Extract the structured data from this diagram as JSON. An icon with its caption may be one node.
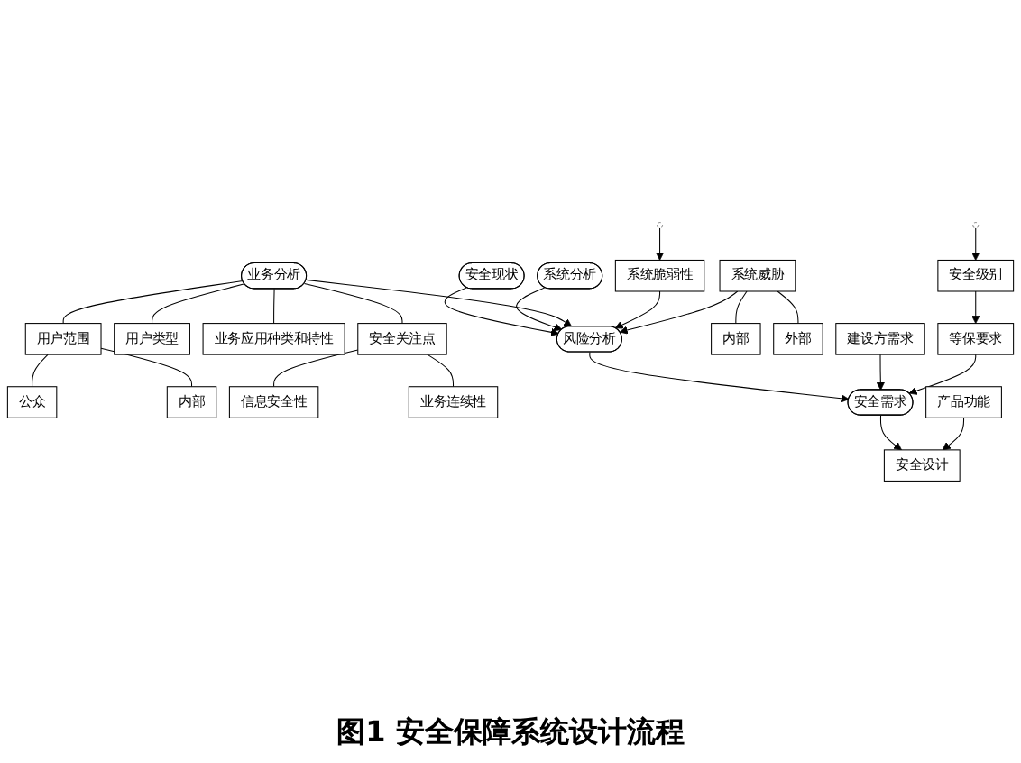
{
  "diagram": {
    "caption": "图1 安全保障系统设计流程",
    "nodes": [
      {
        "text": [
          "安全现状"
        ]
      },
      {
        "text": [
          "系统分析"
        ]
      },
      {
        "text": [
          "业务分析"
        ]
      },
      {
        "text": [
          "用户范围"
        ]
      },
      {
        "text": [
          "公众"
        ]
      },
      {
        "text": [
          "内部"
        ]
      },
      {
        "text": [
          "用户类型"
        ]
      },
      {
        "text": [
          "业务应用种类和特性"
        ]
      },
      {
        "text": [
          "安全关注点"
        ]
      },
      {
        "text": [
          "信息安全性"
        ]
      },
      {
        "text": [
          "业务连续性"
        ]
      },
      {
        "text": [
          "系统脆弱性"
        ]
      },
      {
        "text": [
          "风险分析"
        ]
      },
      {
        "text": [
          "系统威胁"
        ]
      },
      {
        "text": [
          "内部"
        ]
      },
      {
        "text": [
          "外部"
        ]
      },
      {
        "text": [
          "建设方需求"
        ]
      },
      {
        "text": [
          "安全需求"
        ]
      },
      {
        "text": [
          "等保要求"
        ]
      },
      {
        "text": [
          "安全级别"
        ]
      },
      {
        "text": [
          "安全设计"
        ]
      },
      {
        "text": [
          "产品功能"
        ]
      }
    ],
    "edges": [
      {
        "from": 0,
        "to": 12,
        "arrow": "to"
      },
      {
        "from": 1,
        "to": 12,
        "arrow": "to"
      },
      {
        "from": 2,
        "to": 12,
        "arrow": "to"
      },
      {
        "from": 2,
        "to": 3,
        "arrow": "none"
      },
      {
        "from": 3,
        "to": 4,
        "arrow": "none"
      },
      {
        "from": 3,
        "to": 5,
        "arrow": "none"
      },
      {
        "from": 2,
        "to": 6,
        "arrow": "none"
      },
      {
        "from": 2,
        "to": 7,
        "arrow": "none"
      },
      {
        "from": 2,
        "to": 8,
        "arrow": "none"
      },
      {
        "from": 8,
        "to": 9,
        "arrow": "none"
      },
      {
        "from": 8,
        "to": 10,
        "arrow": "none"
      },
      {
        "from": null,
        "to": 11,
        "arrow": "to"
      },
      {
        "from": null,
        "to": 19,
        "arrow": "to"
      },
      {
        "from": 11,
        "to": 12,
        "arrow": "to"
      },
      {
        "from": 13,
        "to": 12,
        "arrow": "to"
      },
      {
        "from": 13,
        "to": 14,
        "arrow": "none"
      },
      {
        "from": 13,
        "to": 15,
        "arrow": "none"
      },
      {
        "from": 12,
        "to": 17,
        "arrow": "to"
      },
      {
        "from": 16,
        "to": 17,
        "arrow": "to"
      },
      {
        "from": 18,
        "to": 17,
        "arrow": "to"
      },
      {
        "from": 19,
        "to": 18,
        "arrow": "to"
      },
      {
        "from": 17,
        "to": 20,
        "arrow": "to"
      },
      {
        "from": 21,
        "to": 20,
        "arrow": "to"
      }
    ]
  }
}
